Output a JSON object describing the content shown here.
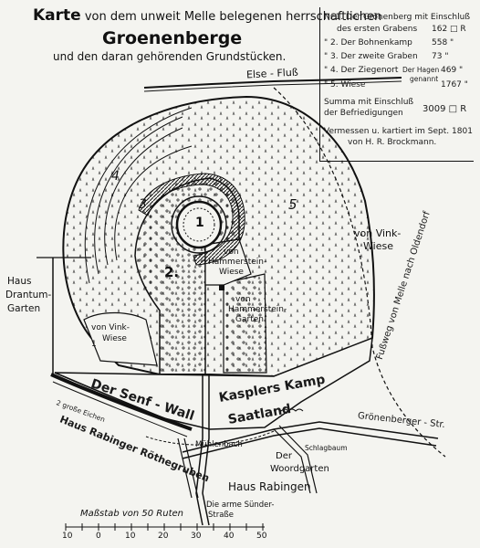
{
  "title": {
    "line1_prefix": "Karte",
    "line1_rest": "von dem unweit Melle belegenen herrschaftlichen",
    "line2": "Groenenberge",
    "line3": "und den daran gehörenden Grundstücken."
  },
  "legend": {
    "rows": [
      {
        "label": "Nr.1. Der Grönenberg mit Einschluß",
        "value": ""
      },
      {
        "label": "des ersten Grabens",
        "value": "162 □ R"
      },
      {
        "label": "\" 2. Der Bohnenkamp",
        "value": "558 \""
      },
      {
        "label": "\" 3. Der zweite Graben",
        "value": "73 \""
      },
      {
        "label": "\" 4. Der Ziegenort",
        "value": "469 \""
      },
      {
        "label": "\" 5. Wiese",
        "value": "1767 \""
      }
    ],
    "hagen_note_1": "Der Hagen",
    "hagen_note_2": "genannt",
    "sum_label_1": "Summa mit Einschluß",
    "sum_label_2": "der Befriedigungen",
    "sum_value": "3009 □ R",
    "surveyor_1": "Vermessen u. kartiert im Sept. 1801",
    "surveyor_2": "von H. R. Brockmann."
  },
  "labels": {
    "river": "Else - Fluß",
    "footpath": "Fußweg von Melle nach Oldendorf",
    "vink_wiese_right_1": "von Vink-",
    "vink_wiese_right_2": "Wiese",
    "haus_drantum_1": "Haus",
    "haus_drantum_2": "Drantum-",
    "haus_drantum_3": "Garten",
    "vink_wiese_left_1": "von Vink-",
    "vink_wiese_left_2": "Wiese",
    "hammerstein_wiese_1": "von",
    "hammerstein_wiese_2": "Hammerstein-",
    "hammerstein_wiese_3": "Wiese",
    "hammerstein_garten_1": "von",
    "hammerstein_garten_2": "Hammerstein-",
    "hammerstein_garten_3": "Garten",
    "kaspler_1": "Kasplers Kamp",
    "kaspler_2": "Saatland",
    "senf_wall": "Der Senf - Wall",
    "eichen": "2 große Eichen",
    "haus_rabinger_roethe": "Haus Rabinger Röthegruben",
    "muehlenbach": "Mühlenbach",
    "schlagbaum": "Schlagbaum",
    "groenenberger_str": "Grönenberger - Str.",
    "woordgarten_1": "Der",
    "woordgarten_2": "Woordgarten",
    "haus_rabingen": "Haus Rabingen",
    "sunder_1": "Die arme Sünder-",
    "sunder_2": "Straße",
    "scale_title": "Maßstab von 50 Ruten",
    "num1": "1",
    "num2": "2.",
    "num3": "3",
    "num4": "4",
    "num5": "5",
    "num_small": "1"
  },
  "scale_ticks": [
    "10",
    "0",
    "10",
    "20",
    "30",
    "40",
    "50"
  ]
}
